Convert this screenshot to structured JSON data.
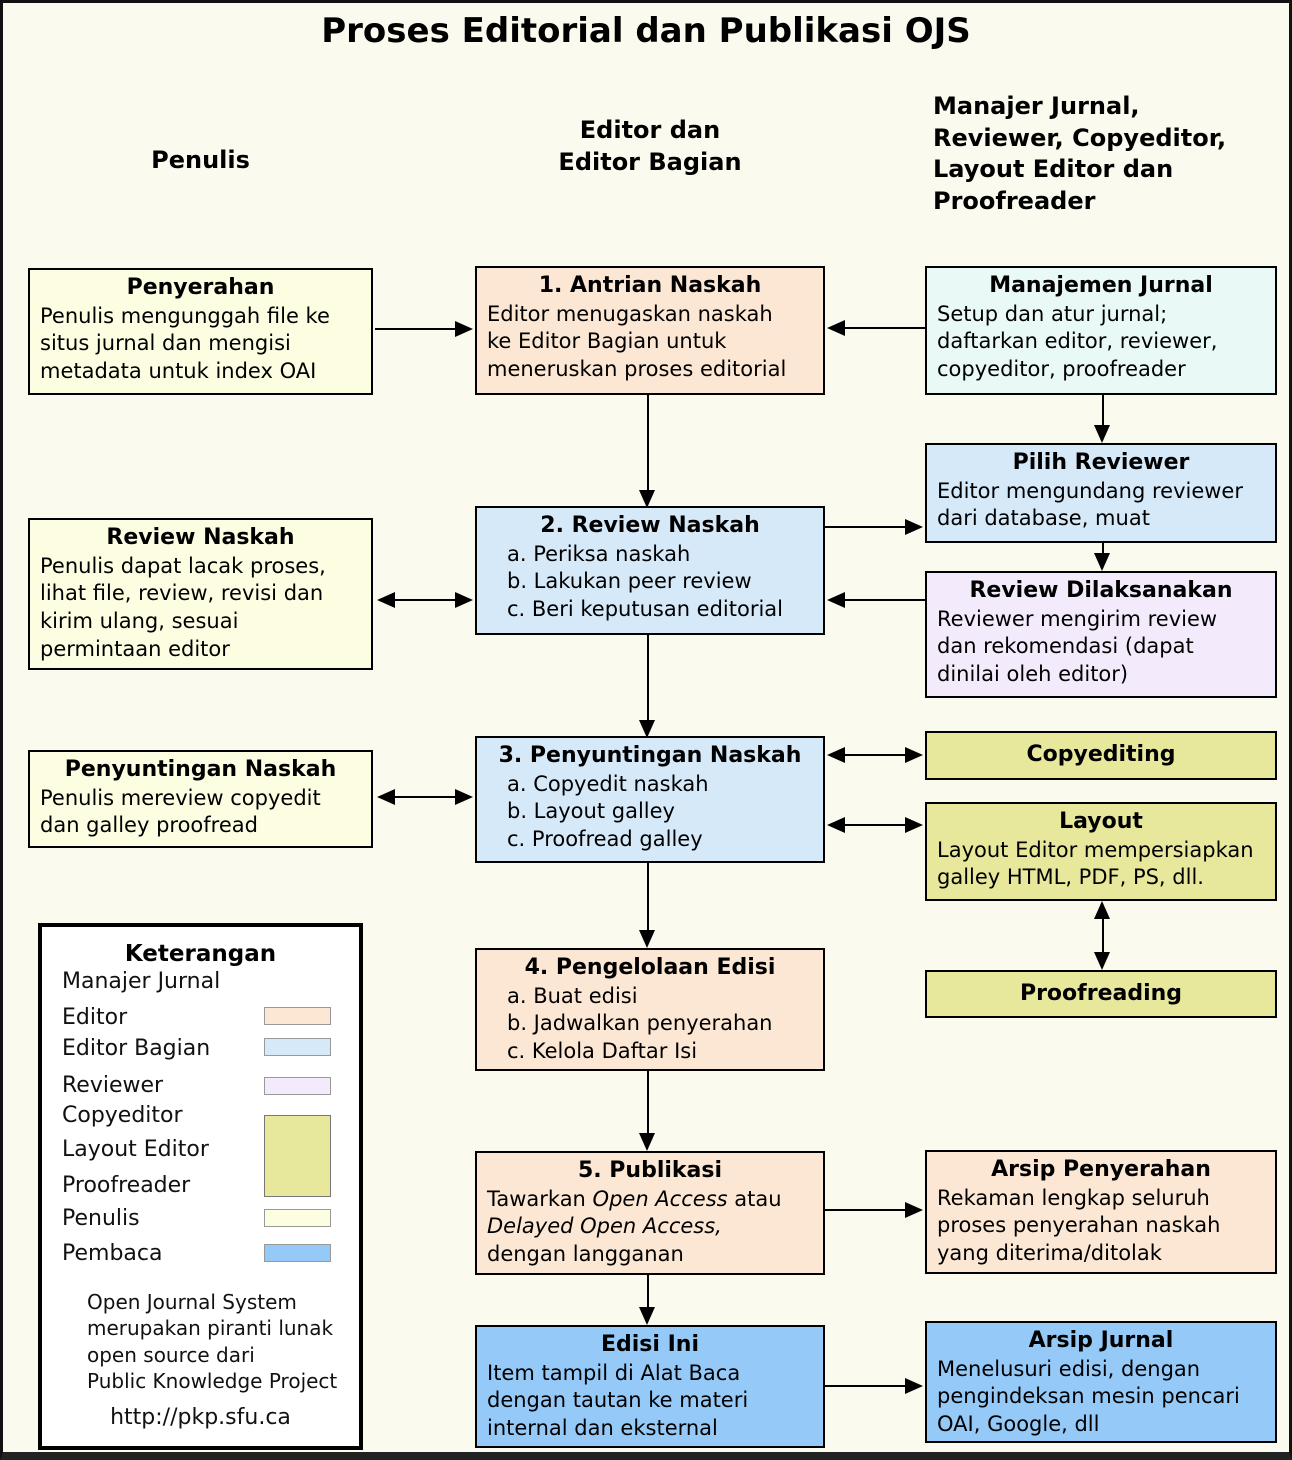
{
  "title": "Proses Editorial dan Publikasi OJS",
  "columns": {
    "penulis": "Penulis",
    "editor": "Editor dan\nEditor Bagian",
    "manajer": "Manajer Jurnal,\nReviewer, Copyeditor,\nLayout Editor dan\nProofreader"
  },
  "boxes": {
    "penyerahan": {
      "title": "Penyerahan",
      "body": "Penulis mengunggah file ke\nsitus jurnal dan mengisi\nmetadata untuk index OAI"
    },
    "antrian": {
      "title": "1. Antrian Naskah",
      "body": "Editor menugaskan naskah\nke Editor Bagian untuk\nmeneruskan proses editorial"
    },
    "manajemen": {
      "title": "Manajemen Jurnal",
      "body": "Setup dan atur jurnal;\ndaftarkan editor, reviewer,\ncopyeditor, proofreader"
    },
    "pilih": {
      "title": "Pilih Reviewer",
      "body": "Editor mengundang reviewer\ndari database, muat"
    },
    "review_penulis": {
      "title": "Review Naskah",
      "body": "Penulis dapat lacak proses,\nlihat file, review, revisi dan\nkirim ulang, sesuai\npermintaan editor"
    },
    "review_editor": {
      "title": "2. Review Naskah",
      "items": [
        "a. Periksa naskah",
        "b. Lakukan peer review",
        "c. Beri keputusan editorial"
      ]
    },
    "dilaksanakan": {
      "title": "Review Dilaksanakan",
      "body": "Reviewer mengirim review\ndan rekomendasi (dapat\ndinilai oleh editor)"
    },
    "penyuntingan_penulis": {
      "title": "Penyuntingan Naskah",
      "body": "Penulis mereview copyedit\ndan galley proofread"
    },
    "penyuntingan_editor": {
      "title": "3. Penyuntingan Naskah",
      "items": [
        "a. Copyedit naskah",
        "b. Layout galley",
        "c. Proofread galley"
      ]
    },
    "copyediting": {
      "title": "Copyediting"
    },
    "layout": {
      "title": "Layout",
      "body": "Layout Editor mempersiapkan\ngalley HTML, PDF, PS, dll."
    },
    "proofreading": {
      "title": "Proofreading"
    },
    "pengelolaan": {
      "title": "4. Pengelolaan Edisi",
      "items": [
        "a. Buat edisi",
        "b. Jadwalkan penyerahan",
        "c. Kelola Daftar Isi"
      ]
    },
    "publikasi": {
      "title": "5. Publikasi",
      "parts": {
        "p1": "Tawarkan ",
        "p2": "Open Access",
        "p3": " atau\n",
        "p4": "Delayed Open Access,",
        "p5": "\ndengan langganan"
      }
    },
    "arsip_penyerahan": {
      "title": "Arsip Penyerahan",
      "body": "Rekaman lengkap seluruh\nproses penyerahan naskah\nyang diterima/ditolak"
    },
    "edisi_ini": {
      "title": "Edisi Ini",
      "body": "Item tampil di Alat Baca\ndengan tautan ke materi\ninternal dan eksternal"
    },
    "arsip_jurnal": {
      "title": "Arsip Jurnal",
      "body": "Menelusuri edisi, dengan\npengindeksan mesin pencari\nOAI, Google, dll"
    }
  },
  "legend": {
    "title": "Keterangan",
    "rows": {
      "0": {
        "label": "Manajer Jurnal"
      },
      "1": {
        "label": "Editor"
      },
      "2": {
        "label": "Editor Bagian"
      },
      "3": {
        "label": "Reviewer"
      },
      "4": {
        "label": "Copyeditor"
      },
      "5": {
        "label": "Layout Editor"
      },
      "6": {
        "label": "Proofreader"
      },
      "7": {
        "label": "Penulis"
      },
      "8": {
        "label": "Pembaca"
      }
    },
    "footer": "Open Journal System\nmerupakan piranti lunak\nopen source dari\nPublic Knowledge Project",
    "url": "http://pkp.sfu.ca"
  },
  "colors": {
    "background": "#FAFAEE",
    "editor": "#FBE7D3",
    "editor_bagian": "#D5E9F9",
    "reviewer": "#F3EBFB",
    "copyeditor": "#E7E89B",
    "penulis": "#FDFDE2",
    "pembaca": "#94C9F8",
    "manajer_jurnal": "#E9F9F6",
    "box_border": "#000000"
  }
}
